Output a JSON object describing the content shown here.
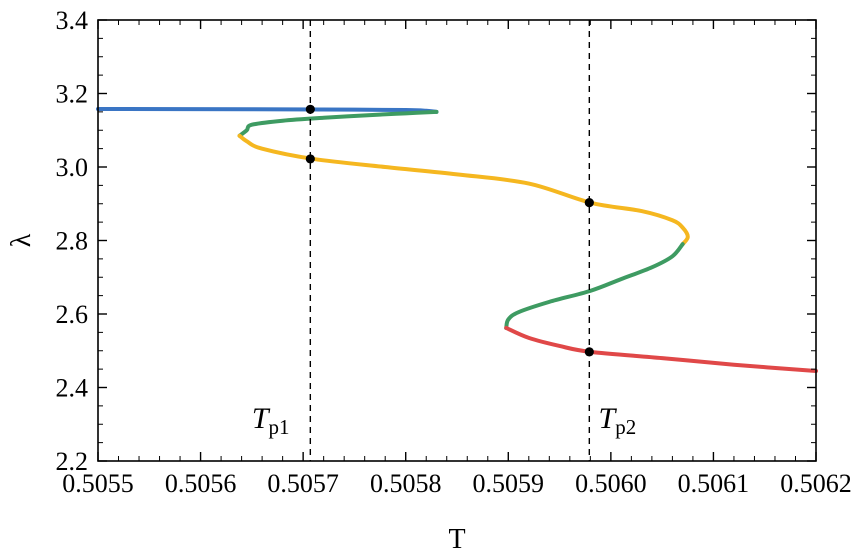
{
  "chart_data": {
    "type": "line",
    "xlabel": "T",
    "ylabel": "λ",
    "xlim": [
      0.5055,
      0.5062
    ],
    "ylim": [
      2.2,
      3.4
    ],
    "xticks": [
      "0.5055",
      "0.5056",
      "0.5057",
      "0.5058",
      "0.5059",
      "0.5060",
      "0.5061",
      "0.5062"
    ],
    "yticks": [
      "2.2",
      "2.4",
      "2.6",
      "2.8",
      "3.0",
      "3.2",
      "3.4"
    ],
    "grid": false,
    "series": [
      {
        "color": "#3a75c4",
        "points": [
          [
            0.5055,
            3.158
          ],
          [
            0.50565,
            3.157
          ],
          [
            0.50575,
            3.156
          ],
          [
            0.5058,
            3.155
          ],
          [
            0.50582,
            3.153
          ],
          [
            0.50583,
            3.15
          ]
        ]
      },
      {
        "color": "#3e9b62",
        "points": [
          [
            0.50583,
            3.15
          ],
          [
            0.5058,
            3.146
          ],
          [
            0.50577,
            3.142
          ],
          [
            0.50572,
            3.134
          ],
          [
            0.50568,
            3.126
          ],
          [
            0.50565,
            3.115
          ],
          [
            0.505645,
            3.1
          ],
          [
            0.505638,
            3.085
          ]
        ]
      },
      {
        "color": "#f5b720",
        "points": [
          [
            0.505638,
            3.085
          ],
          [
            0.505645,
            3.07
          ],
          [
            0.50566,
            3.05
          ],
          [
            0.50571,
            3.022
          ],
          [
            0.50578,
            3.0
          ],
          [
            0.50585,
            2.98
          ],
          [
            0.50592,
            2.955
          ],
          [
            0.50598,
            2.903
          ],
          [
            0.50603,
            2.88
          ],
          [
            0.50606,
            2.855
          ],
          [
            0.50607,
            2.835
          ],
          [
            0.506075,
            2.81
          ],
          [
            0.50607,
            2.79
          ]
        ]
      },
      {
        "color": "#3e9b62",
        "points": [
          [
            0.50607,
            2.79
          ],
          [
            0.50606,
            2.757
          ],
          [
            0.50604,
            2.727
          ],
          [
            0.50601,
            2.695
          ],
          [
            0.50598,
            2.663
          ],
          [
            0.50594,
            2.633
          ],
          [
            0.50591,
            2.605
          ],
          [
            0.5059,
            2.585
          ],
          [
            0.505898,
            2.562
          ]
        ]
      },
      {
        "color": "#e04848",
        "points": [
          [
            0.505898,
            2.562
          ],
          [
            0.50592,
            2.535
          ],
          [
            0.50595,
            2.513
          ],
          [
            0.50598,
            2.497
          ],
          [
            0.50605,
            2.48
          ],
          [
            0.50612,
            2.462
          ],
          [
            0.5062,
            2.445
          ]
        ]
      }
    ],
    "vlines": [
      {
        "name": "T_p1",
        "x": 0.505707
      },
      {
        "name": "T_p2",
        "x": 0.505979
      }
    ],
    "markers": [
      {
        "x": 0.505707,
        "y": 3.157
      },
      {
        "x": 0.505707,
        "y": 3.022
      },
      {
        "x": 0.505979,
        "y": 2.903
      },
      {
        "x": 0.505979,
        "y": 2.497
      }
    ],
    "annotations": [
      {
        "name": "annotation-tp1",
        "base": "T",
        "sub": "p1",
        "x": 0.50565,
        "y": 2.29
      },
      {
        "name": "annotation-tp2",
        "base": "T",
        "sub": "p2",
        "x": 0.505988,
        "y": 2.29
      }
    ]
  }
}
